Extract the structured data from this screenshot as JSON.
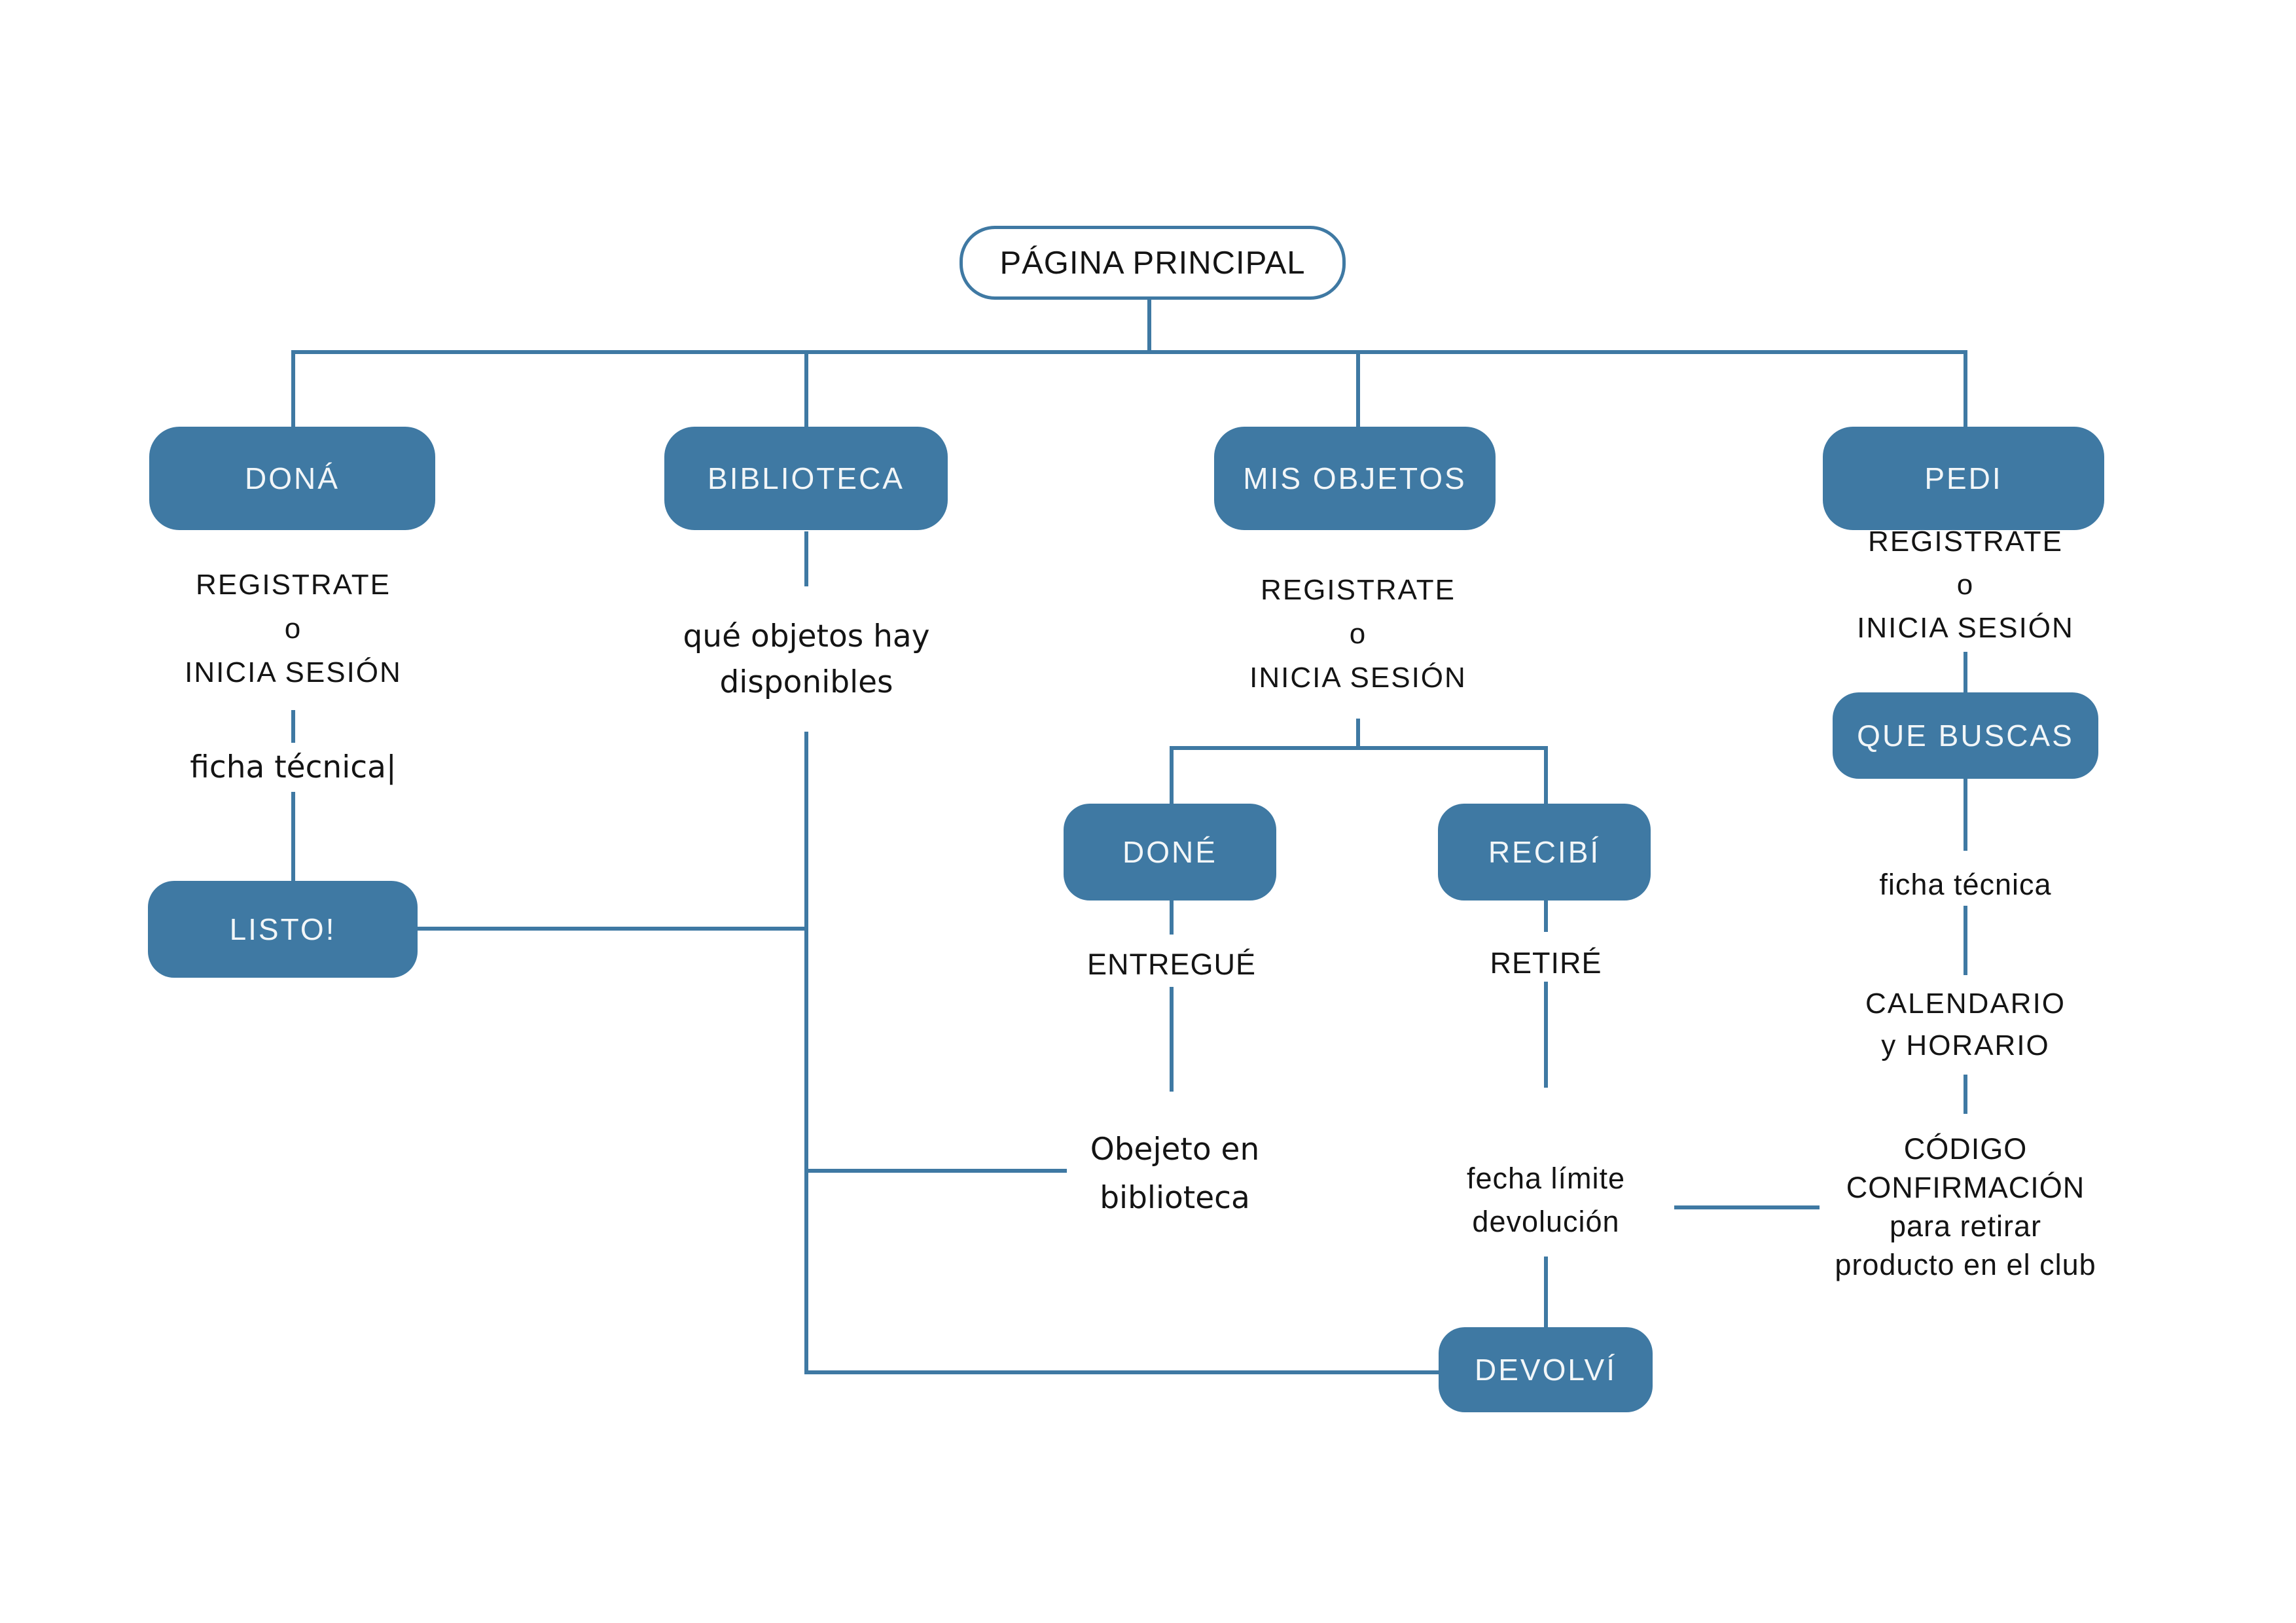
{
  "palette": {
    "node_fill": "#3f79a3",
    "line_color": "#3f79a3",
    "text_dark": "#141414",
    "node_text": "#f2f6f8",
    "bg": "#ffffff"
  },
  "diagram": {
    "title": "PÁGINA PRINCIPAL",
    "dona": {
      "label": "DONÁ",
      "register": {
        "l1": "REGISTRATE",
        "l2": "o",
        "l3": "INICIA SESIÓN"
      },
      "ficha": "ficha técnica|",
      "listo": "LISTO!"
    },
    "biblioteca": {
      "label": "BIBLIOTECA",
      "desc": {
        "l1": "qué objetos hay",
        "l2": "disponibles"
      }
    },
    "mis_objetos": {
      "label": "MIS OBJETOS",
      "register": {
        "l1": "REGISTRATE",
        "l2": "o",
        "l3": "INICIA SESIÓN"
      },
      "done": {
        "label": "DONÉ",
        "entregue": "ENTREGUÉ",
        "objeto": {
          "l1": "Obejeto en",
          "l2": "biblioteca"
        }
      },
      "recibi": {
        "label": "RECIBÍ",
        "retire": "RETIRÉ",
        "fecha": {
          "l1": "fecha límite",
          "l2": "devolución"
        },
        "devolvi": "DEVOLVÍ"
      }
    },
    "pedi": {
      "label": "PEDI",
      "register": {
        "l1": "REGISTRATE",
        "l2": "o",
        "l3": "INICIA SESIÓN"
      },
      "que_buscas": "QUE BUSCAS",
      "ficha": "ficha técnica",
      "calendario": {
        "l1": "CALENDARIO",
        "l2": "y HORARIO"
      },
      "codigo": {
        "l1": "CÓDIGO",
        "l2": "CONFIRMACIÓN",
        "l3": "para retirar",
        "l4": "producto en el club"
      }
    }
  }
}
